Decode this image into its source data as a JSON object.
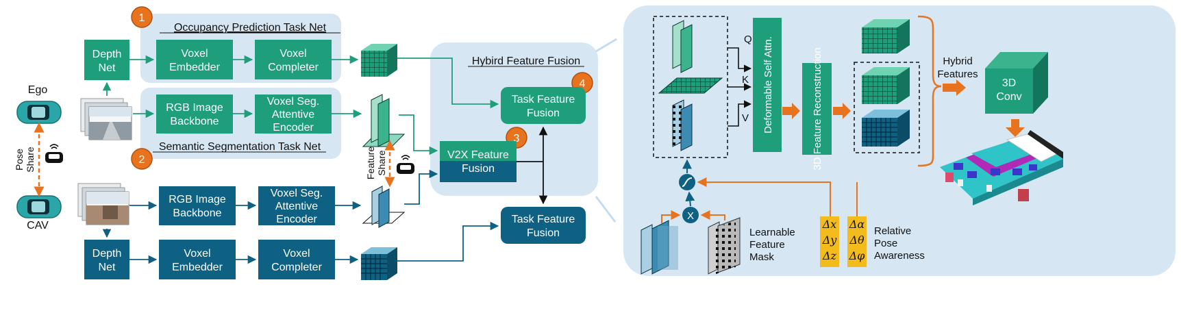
{
  "colors": {
    "teal": "#1f9e7c",
    "teal_dark": "#17856a",
    "navy": "#0e6183",
    "panel": "#d6e6f3",
    "orange": "#e8731e",
    "amber": "#f4bb1c",
    "black": "#111111"
  },
  "agents": {
    "ego": "Ego",
    "cav": "CAV",
    "pose_share": [
      "Pose",
      "Share"
    ],
    "feature_share": [
      "Feature",
      "Share"
    ]
  },
  "panels": {
    "occupancy": "Occupancy Prediction Task Net",
    "semantic": "Semantic Segmentation Task Net",
    "hybrid": "Hybird Feature Fusion"
  },
  "badges": [
    "1",
    "2",
    "3",
    "4"
  ],
  "ego_boxes": {
    "depth_net": [
      "Depth",
      "Net"
    ],
    "voxel_embedder": [
      "Voxel",
      "Embedder"
    ],
    "voxel_completer": [
      "Voxel",
      "Completer"
    ],
    "rgb_backbone": [
      "RGB Image",
      "Backbone"
    ],
    "seg_encoder": [
      "Voxel Seg.",
      "Attentive",
      "Encoder"
    ]
  },
  "cav_boxes": {
    "rgb_backbone": [
      "RGB Image",
      "Backbone"
    ],
    "seg_encoder": [
      "Voxel Seg.",
      "Attentive",
      "Encoder"
    ],
    "depth_net": [
      "Depth",
      "Net"
    ],
    "voxel_embedder": [
      "Voxel",
      "Embedder"
    ],
    "voxel_completer": [
      "Voxel",
      "Completer"
    ]
  },
  "fusion_boxes": {
    "task_fusion_ego": [
      "Task Feature",
      "Fusion"
    ],
    "v2x_fusion": [
      "V2X Feature",
      "Fusion"
    ],
    "task_fusion_cav": [
      "Task Feature",
      "Fusion"
    ]
  },
  "detail": {
    "qkv": [
      "Q",
      "K",
      "V"
    ],
    "deformable": "Deformable Self Attn.",
    "reconstruction": "3D Feature Reconstruction",
    "hybrid_features": [
      "Hybrid",
      "Features"
    ],
    "conv": [
      "3D",
      "Conv"
    ],
    "multiply": "X",
    "mask_label": [
      "Learnable",
      "Feature",
      "Mask"
    ],
    "pose_label": [
      "Relative",
      "Pose",
      "Awareness"
    ],
    "pose_xyz": [
      "Δx",
      "Δy",
      "Δz"
    ],
    "pose_angles": [
      "Δα",
      "Δθ",
      "Δφ"
    ]
  }
}
